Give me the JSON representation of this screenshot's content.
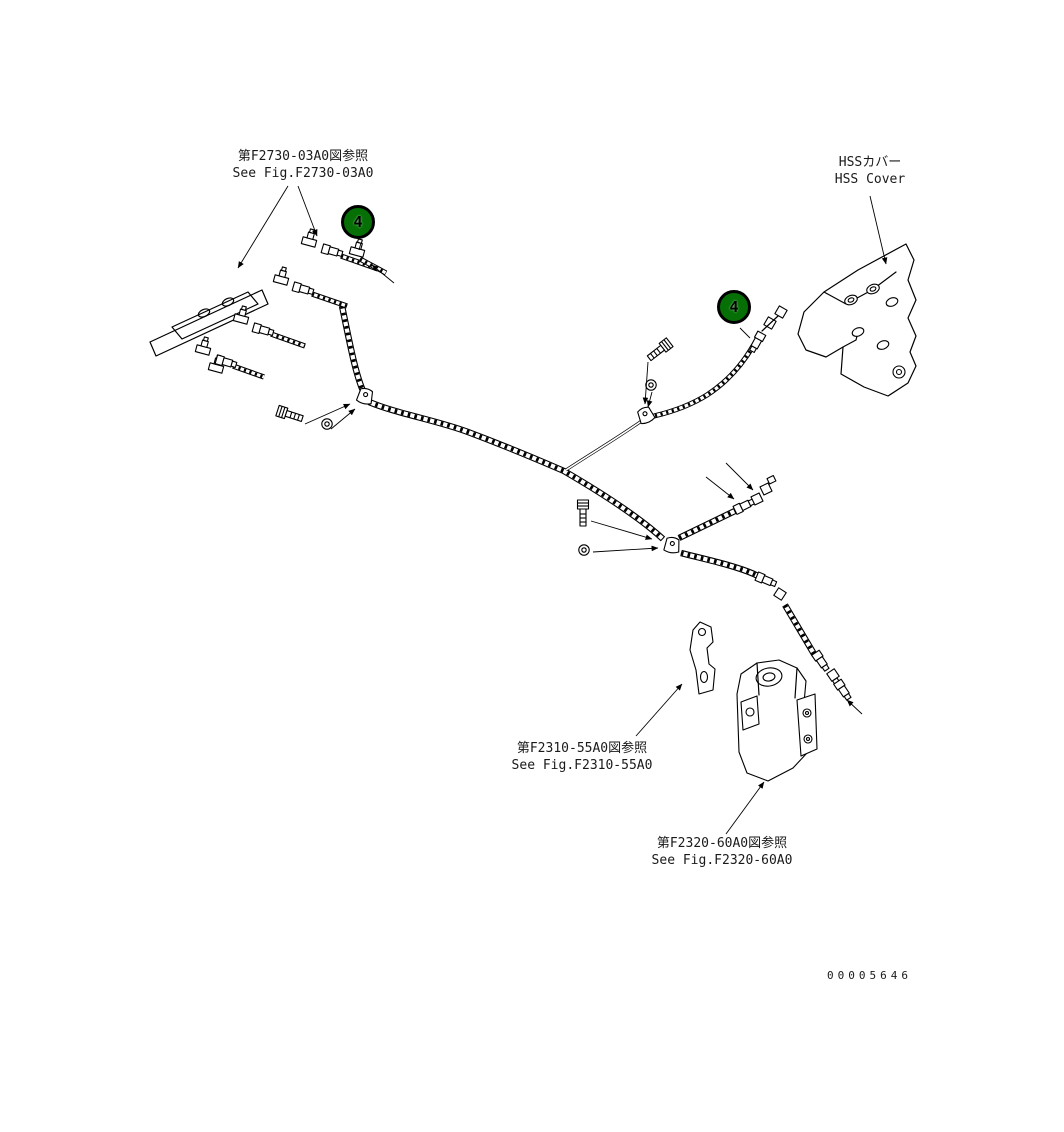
{
  "colors": {
    "background": "#ffffff",
    "line": "#000000",
    "balloon_fill": "#067006"
  },
  "labels": {
    "f2730": {
      "jp": "第F2730-03A0図参照",
      "en": "See Fig.F2730-03A0"
    },
    "hss": {
      "jp": "HSSカバー",
      "en": "HSS Cover"
    },
    "f2310": {
      "jp": "第F2310-55A0図参照",
      "en": "See Fig.F2310-55A0"
    },
    "f2320": {
      "jp": "第F2320-60A0図参照",
      "en": "See Fig.F2320-60A0"
    }
  },
  "balloons": [
    {
      "number": "4"
    },
    {
      "number": "4"
    }
  ],
  "drawing_number": "00005646"
}
